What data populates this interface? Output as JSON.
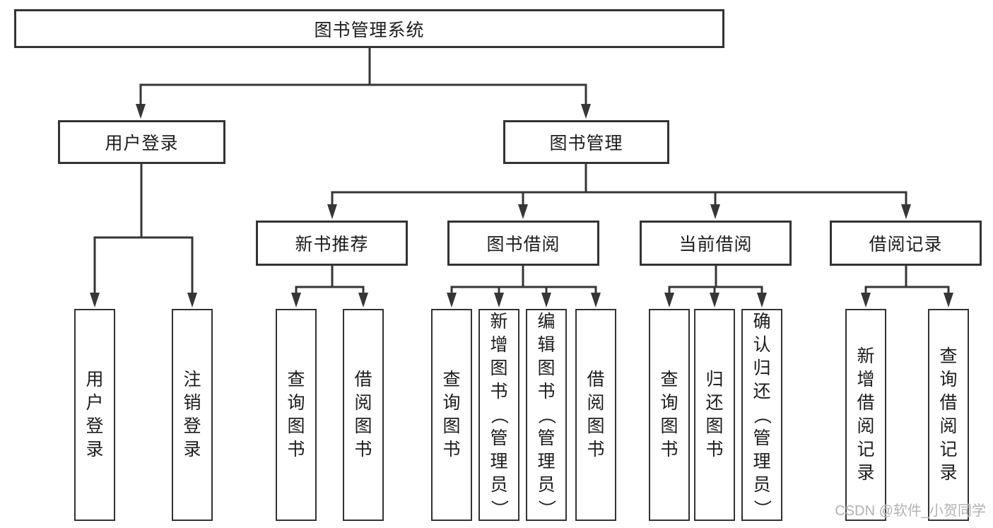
{
  "colors": {
    "line": "#363636",
    "box_border": "#333333",
    "text": "#1c1c1c",
    "watermark": "#b2b2b2"
  },
  "tree": {
    "label": "图书管理系统",
    "children": [
      {
        "label": "用户登录",
        "children": [
          {
            "label": "用户登录"
          },
          {
            "label": "注销登录"
          }
        ]
      },
      {
        "label": "图书管理",
        "children": [
          {
            "label": "新书推荐",
            "children": [
              {
                "label": "查询图书"
              },
              {
                "label": "借阅图书"
              }
            ]
          },
          {
            "label": "图书借阅",
            "children": [
              {
                "label": "查询图书"
              },
              {
                "label": "新增图书（管理员）"
              },
              {
                "label": "编辑图书（管理员）"
              },
              {
                "label": "借阅图书"
              }
            ]
          },
          {
            "label": "当前借阅",
            "children": [
              {
                "label": "查询图书"
              },
              {
                "label": "归还图书"
              },
              {
                "label": "确认归还（管理员）"
              }
            ]
          },
          {
            "label": "借阅记录",
            "children": [
              {
                "label": "新增借阅记录"
              },
              {
                "label": "查询借阅记录"
              }
            ]
          }
        ]
      }
    ]
  },
  "watermark": "CSDN @软件_小贺同学"
}
